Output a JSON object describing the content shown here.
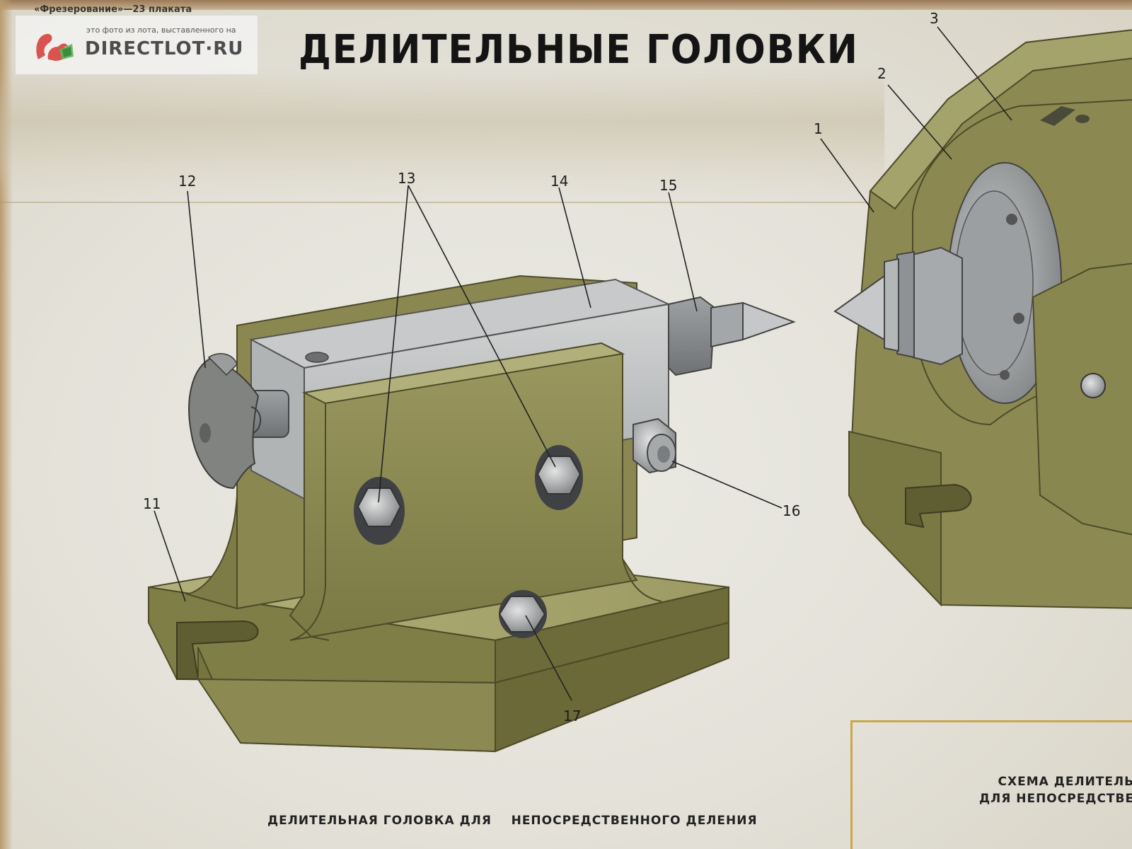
{
  "poster": {
    "series": "«Фрезерование»—23 плаката",
    "title": "ДЕЛИТЕЛЬНЫЕ ГОЛОВКИ",
    "caption": "ДЕЛИТЕЛЬНАЯ ГОЛОВКА ДЛЯ    НЕПОСРЕДСТВЕННОГО ДЕЛЕНИЯ",
    "scheme_line1": "СХЕМА ДЕЛИТЕЛЬНОЙ",
    "scheme_line2": "ДЛЯ НЕПОСРЕДСТВЕННО"
  },
  "watermark": {
    "caption": "это фото из лота, выставленного на",
    "brand": "DIRECTLOT·RU"
  },
  "callouts": {
    "c1": "1",
    "c2": "2",
    "c3": "3",
    "c11": "11",
    "c12": "12",
    "c13": "13",
    "c14": "14",
    "c15": "15",
    "c16": "16",
    "c17": "17"
  },
  "colors": {
    "olive": "#8f8d55",
    "olive_dark": "#5e5c32",
    "steel": "#b9bcbd",
    "paper": "#e6e4dc",
    "frame": "#c9a84c"
  }
}
